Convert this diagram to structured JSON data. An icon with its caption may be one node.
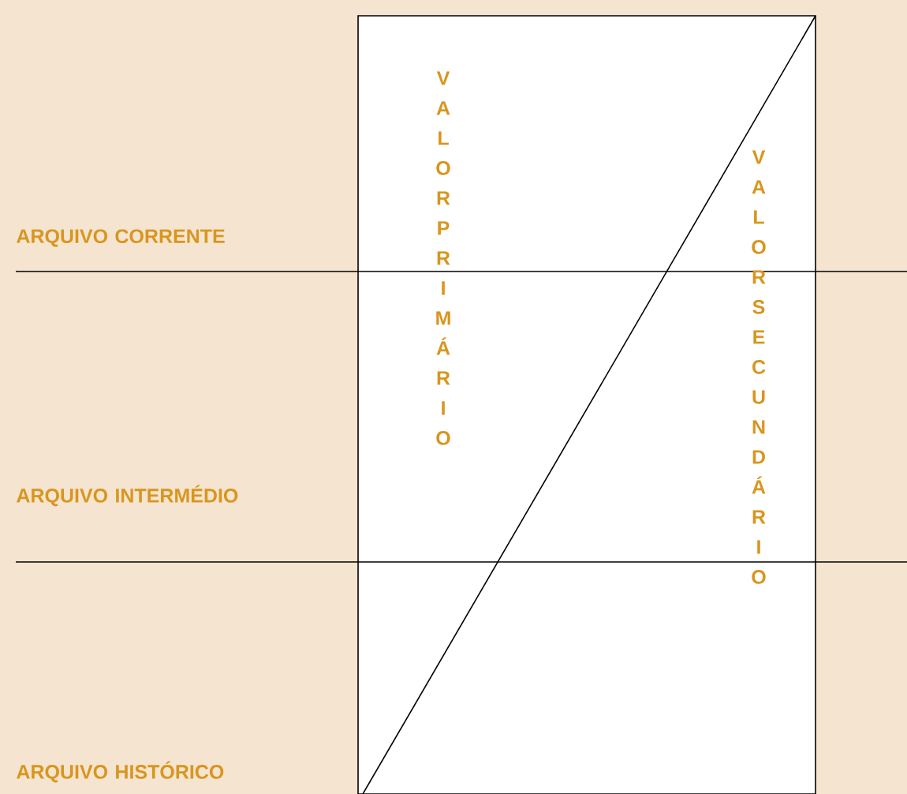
{
  "diagram": {
    "labels": [
      "ARQUIVO CORRENTE",
      "VALOR PRIMÁRIO",
      "VALOR SECUNDÁRIO",
      "ARQUIVO INTERMÉDIO",
      "ARQUIVO HISTÓRICO"
    ]
  }
}
